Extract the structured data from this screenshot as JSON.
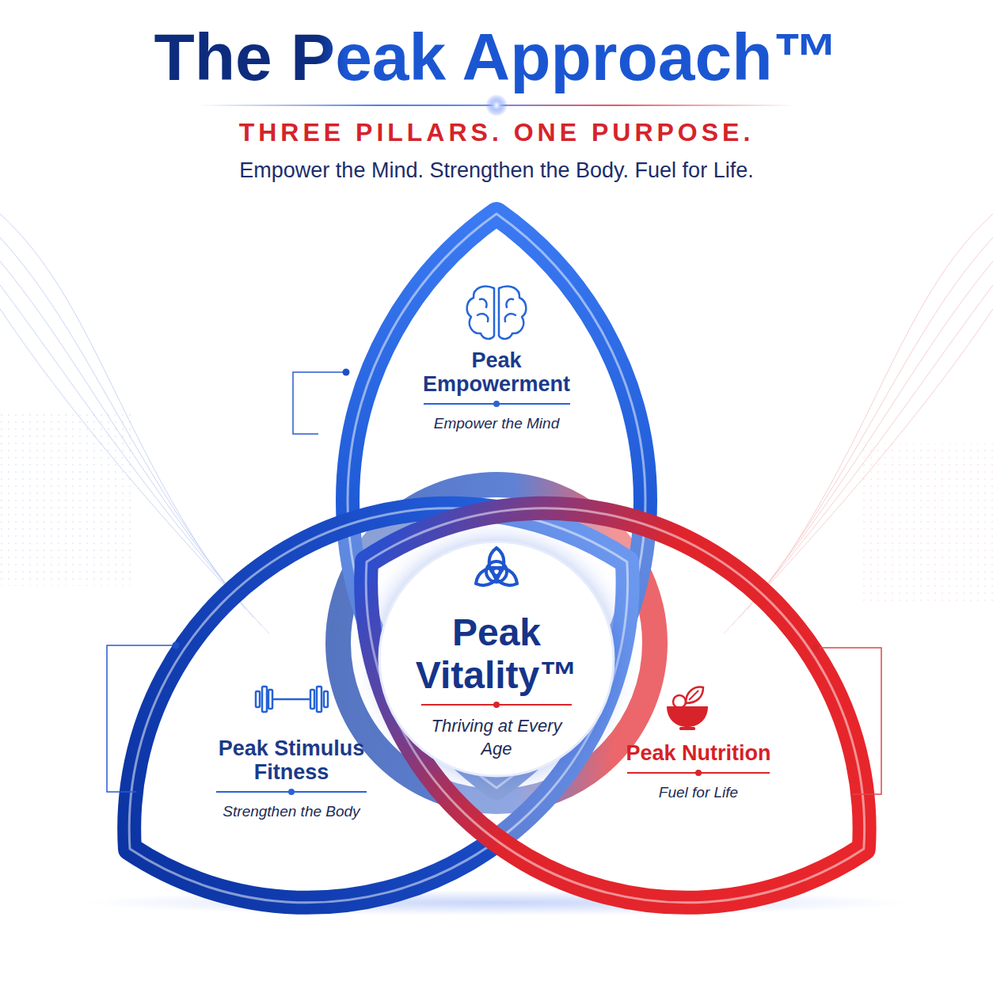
{
  "diagram": {
    "title": "The Peak Approach™",
    "nodes": [
      {
        "text": [
          "Peak Empowerment",
          "Empower the Mind"
        ]
      },
      {
        "text": [
          "Peak Vitality™",
          "Thriving at Every Age"
        ]
      },
      {
        "text": [
          "Peak Stimulus Fitness",
          "Strengthen the Body"
        ]
      },
      {
        "text": [
          "Peak Nutrition",
          "Fuel for Life"
        ]
      }
    ],
    "labels": [
      "THREE PILLARS. ONE PURPOSE.",
      "Empower the Mind. Strengthen the Body. Fuel for Life."
    ]
  }
}
